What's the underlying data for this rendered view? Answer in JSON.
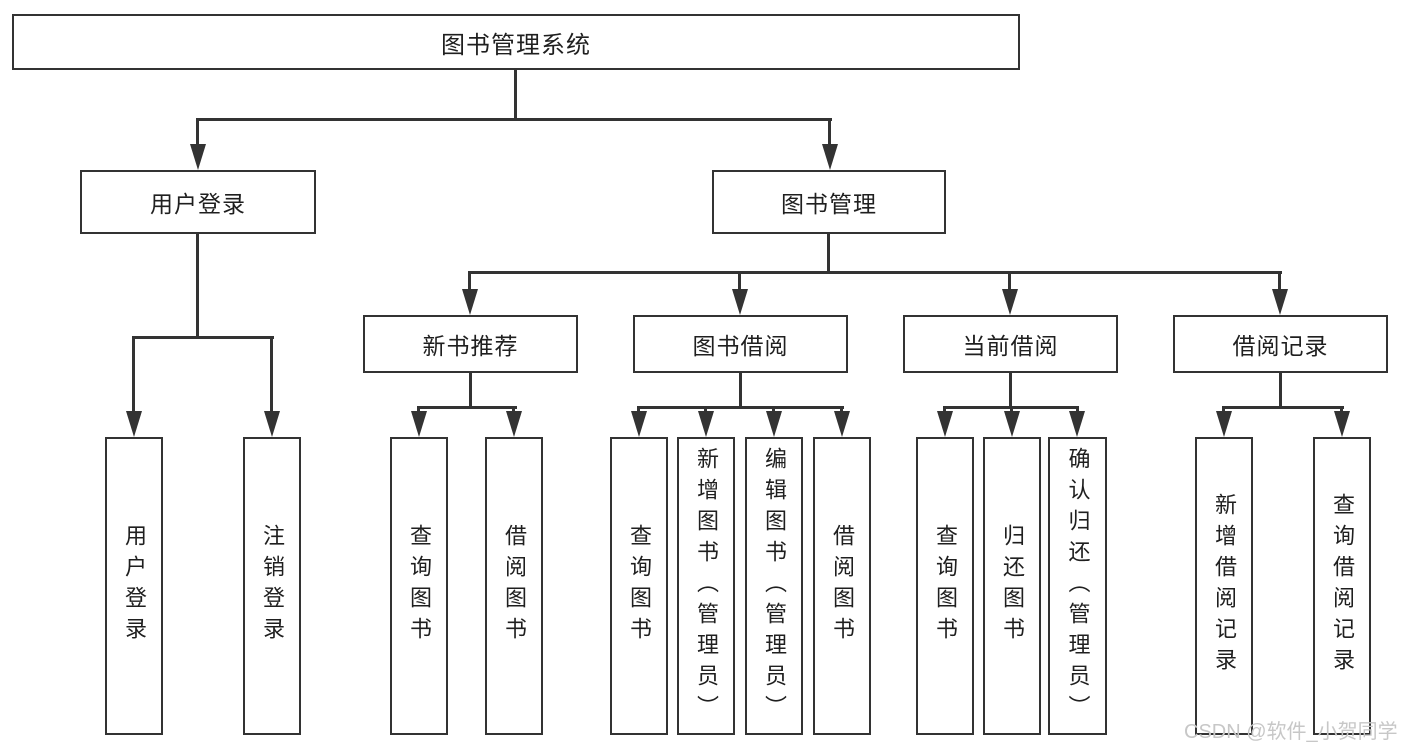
{
  "colors": {
    "line": "#333333",
    "text": "#1f1f1f",
    "bg": "#ffffff",
    "watermark": "#c7c7c7"
  },
  "diagram_type": "hierarchy-tree",
  "nodes": {
    "root": "图书管理系统",
    "user_login": "用户登录",
    "book_management": "图书管理",
    "level3": [
      "新书推荐",
      "图书借阅",
      "当前借阅",
      "借阅记录"
    ],
    "user_login_children": [
      "用户登录",
      "注销登录"
    ],
    "new_book_children": [
      "查询图书",
      "借阅图书"
    ],
    "borrow_children": [
      "查询图书",
      "新增图书（管理员）",
      "编辑图书（管理员）",
      "借阅图书"
    ],
    "current_children": [
      "查询图书",
      "归还图书",
      "确认归还（管理员）"
    ],
    "records_children": [
      "新增借阅记录",
      "查询借阅记录"
    ]
  },
  "watermark": "CSDN @软件_小贺同学"
}
